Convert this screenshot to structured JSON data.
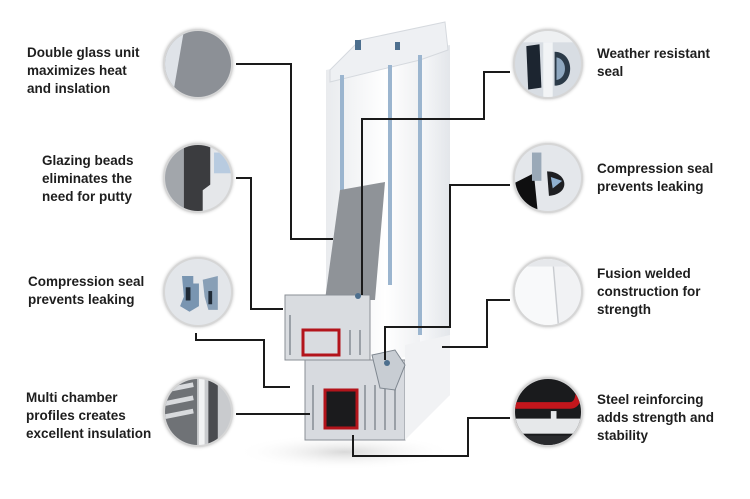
{
  "diagram": {
    "title": "uPVC window profile features",
    "features_left": [
      {
        "id": "double-glass",
        "lines": [
          "Double glass unit",
          "maximizes heat",
          "and inslation"
        ],
        "icon": "glass-pane-icon"
      },
      {
        "id": "glazing-beads",
        "lines": [
          "Glazing beads",
          "eliminates the",
          "need for putty"
        ],
        "icon": "glazing-bead-icon"
      },
      {
        "id": "compression-seal-left",
        "lines": [
          "Compression seal",
          "prevents leaking"
        ],
        "icon": "compression-seal-icon"
      },
      {
        "id": "multi-chamber",
        "lines": [
          "Multi chamber",
          "profiles creates",
          "excellent insulation"
        ],
        "icon": "multi-chamber-icon"
      }
    ],
    "features_right": [
      {
        "id": "weather-seal",
        "lines": [
          "Weather resistant",
          "seal"
        ],
        "icon": "weather-seal-icon"
      },
      {
        "id": "compression-seal-right",
        "lines": [
          "Compression seal",
          "prevents leaking"
        ],
        "icon": "compression-seal-icon"
      },
      {
        "id": "fusion-welded",
        "lines": [
          "Fusion welded",
          "construction for",
          "strength"
        ],
        "icon": "welded-corner-icon"
      },
      {
        "id": "steel-reinforcing",
        "lines": [
          "Steel reinforcing",
          "adds strength and",
          "stability"
        ],
        "icon": "steel-reinforcement-icon"
      }
    ],
    "colors": {
      "text": "#1e1e1e",
      "connector": "#1a1a1a",
      "glass": "#8c9096",
      "seal_blue": "#7a9bb8",
      "steel_red": "#c2161c",
      "profile_white": "#f2f3f5"
    }
  }
}
